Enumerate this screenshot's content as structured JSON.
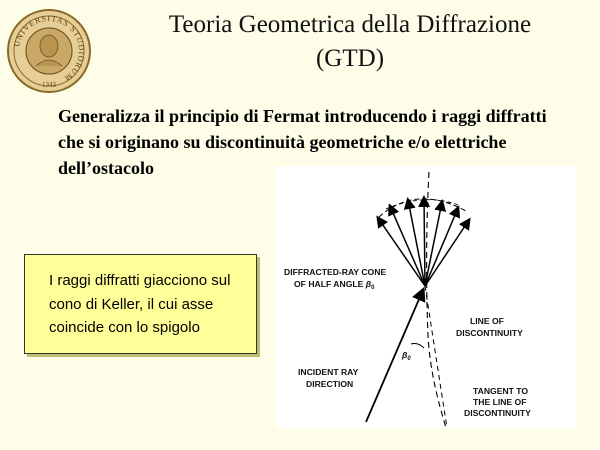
{
  "slide": {
    "title_lines": [
      "Teoria Geometrica della Diffrazione",
      "(GTD)"
    ],
    "intro_lines": [
      "Generalizza il principio di Fermat introducendo i raggi diffratti",
      "che si originano su discontinuità geometriche e/o elettriche",
      "dell’ostacolo"
    ],
    "callout_lines": [
      "I raggi diffratti giacciono sul",
      "cono di  Keller, il cui asse",
      "coincide con lo spigolo"
    ]
  },
  "logo": {
    "ring_text": "UNIVERSITAS STUDIORUM",
    "year": "1343",
    "colors": {
      "ring": "#d4b87a",
      "center": "#c9a968"
    }
  },
  "figure": {
    "labels": {
      "cone_line1": "DIFFRACTED-RAY CONE",
      "cone_line2_prefix": "OF HALF ANGLE ",
      "beta_symbol": "β",
      "beta_subscript": "0",
      "continuity_line1": "LINE OF",
      "continuity_line2": "DISCONTINUITY",
      "beta_marker_subscript": "0",
      "incident_line1": "INCIDENT RAY",
      "incident_line2": "DIRECTION",
      "tangent_line1": "TANGENT TO",
      "tangent_line2": "THE LINE OF",
      "tangent_line3": "DISCONTINUITY"
    }
  },
  "colors": {
    "background": "#fefee8",
    "callout": "#ffff9a",
    "figure_bg": "#ffffff"
  }
}
